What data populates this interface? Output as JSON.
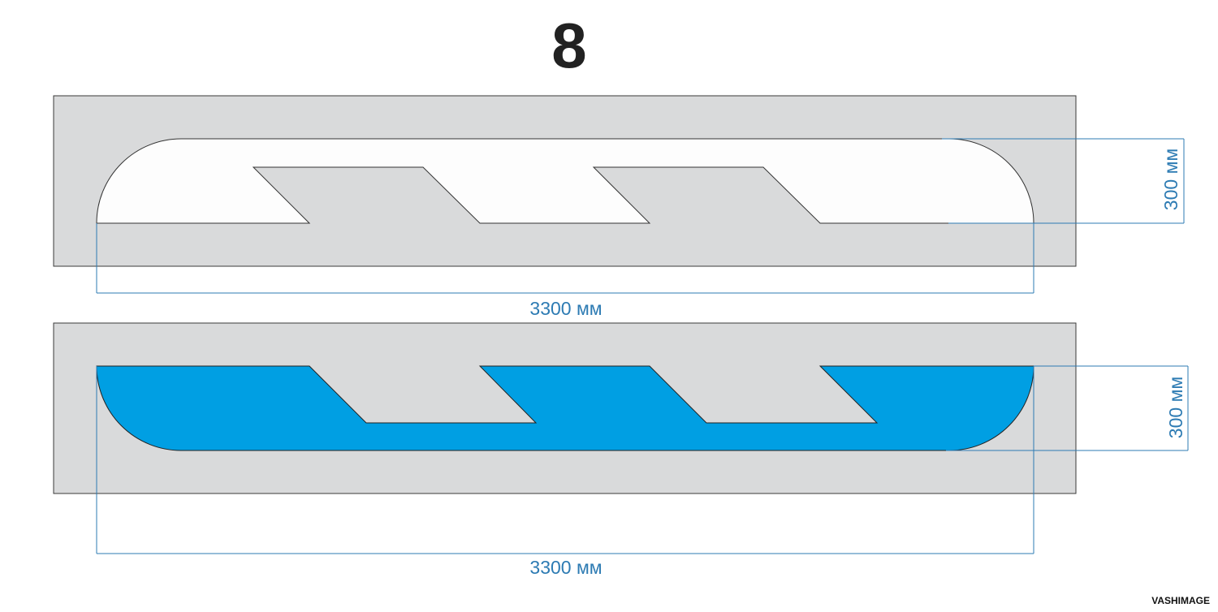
{
  "title": "8",
  "colors": {
    "panel": "#d9dadb",
    "panel_stroke": "#3a3a3a",
    "stencil_white": "#fdfdfd",
    "stencil_blue": "#009fe3",
    "dimension": "#2d7bb3",
    "text_dark": "#222222"
  },
  "stencils": [
    {
      "fill": "stencil_white",
      "width_label": "3300 мм",
      "height_label": "300 мм"
    },
    {
      "fill": "stencil_blue",
      "width_label": "3300 мм",
      "height_label": "300 мм"
    }
  ],
  "watermark": "VASHIMAGE"
}
